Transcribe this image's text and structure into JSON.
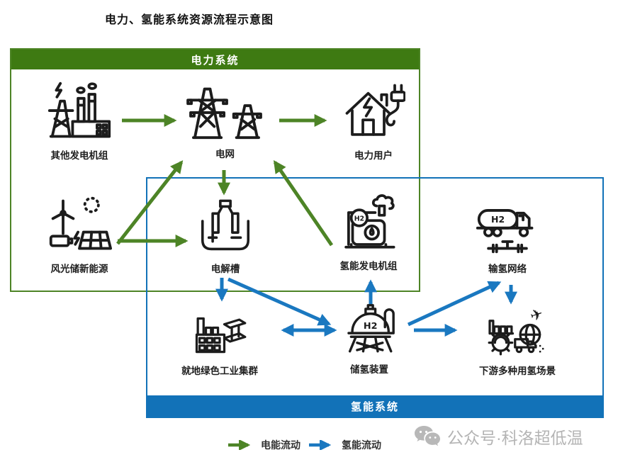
{
  "title": "电力、氢能系统资源流程示意图",
  "systems": {
    "power": {
      "label": "电力系统",
      "color": "#3e7a12"
    },
    "hydrogen": {
      "label": "氢能系统",
      "color": "#1272b8"
    }
  },
  "nodes": {
    "other_generators": {
      "label": "其他发电机组",
      "icon": "power-plant-icon"
    },
    "grid": {
      "label": "电网",
      "icon": "transmission-towers-icon"
    },
    "power_users": {
      "label": "电力用户",
      "icon": "house-plug-icon"
    },
    "renewables": {
      "label": "风光储新能源",
      "icon": "wind-solar-battery-icon"
    },
    "electrolyzer": {
      "label": "电解槽",
      "icon": "electrolyzer-cell-icon"
    },
    "h2_generator": {
      "label": "氢能发电机组",
      "icon": "h2-generator-icon",
      "icon_text": "H2"
    },
    "h2_network": {
      "label": "输氢网络",
      "icon": "h2-tanker-pipeline-icon",
      "icon_text": "H2"
    },
    "industry_cluster": {
      "label": "就地绿色工业集群",
      "icon": "factory-steel-icon"
    },
    "h2_storage": {
      "label": "储氢装置",
      "icon": "h2-storage-tank-icon",
      "icon_text": "H2"
    },
    "downstream": {
      "label": "下游多种用氢场景",
      "icon": "gear-plane-truck-globe-icon"
    }
  },
  "legend": {
    "power_flow": {
      "label": "电能流动",
      "color": "#4d8426"
    },
    "hydrogen_flow": {
      "label": "氢能流动",
      "color": "#1a78c0"
    }
  },
  "watermark": {
    "text": "公众号·科洛超低温"
  }
}
